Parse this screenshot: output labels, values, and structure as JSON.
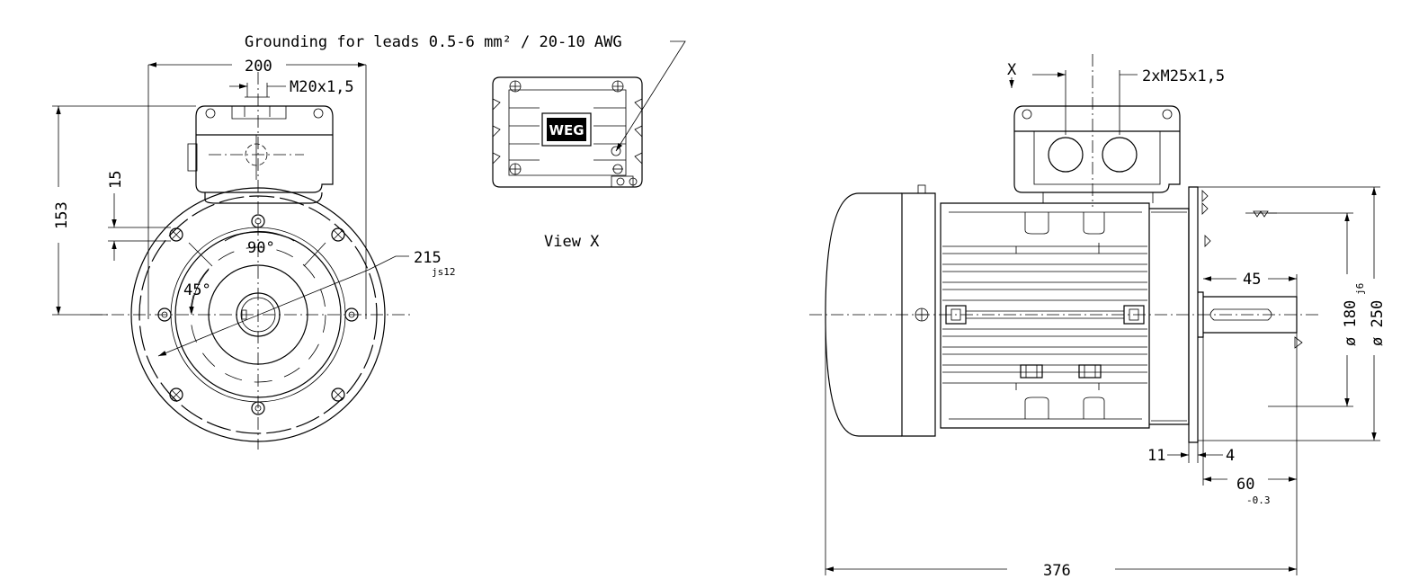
{
  "labels": {
    "grounding": "Grounding for leads 0.5-6 mm² / 20-10 AWG",
    "dim_200": "200",
    "thread_front": "M20x1,5",
    "dim_153": "153",
    "dim_15": "15",
    "angle_90": "90°",
    "angle_45": "45°",
    "dim_215": "215",
    "tol_js12": "js12",
    "view_caption": "View X",
    "view_marker": "X",
    "thread_side": "2xM25x1,5",
    "dim_45": "45",
    "dim_180": "ø 180",
    "tol_j6": "j6",
    "dim_250": "ø 250",
    "dim_11": "11",
    "dim_4": "4",
    "dim_60": "60",
    "tol_minus03": "-0.3",
    "dim_376": "376",
    "logo": "WEG"
  }
}
